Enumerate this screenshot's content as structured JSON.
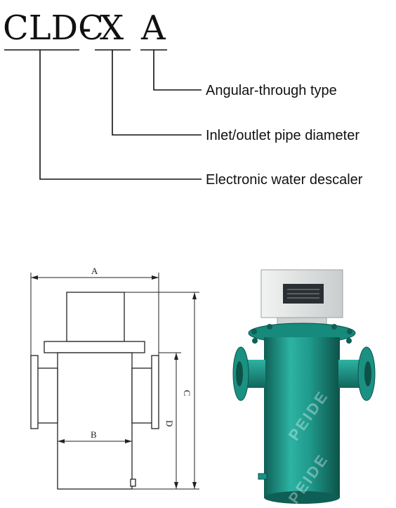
{
  "model_code": {
    "prefix": "CLDC",
    "dash": "-",
    "x": "X",
    "suffix": "A"
  },
  "legend": [
    {
      "label": "Angular-through type"
    },
    {
      "label": "Inlet/outlet pipe diameter"
    },
    {
      "label": "Electronic water descaler"
    }
  ],
  "dimensions": {
    "a": "A",
    "b": "B",
    "c": "C",
    "d": "D"
  },
  "watermark": "PEIDE",
  "colors": {
    "body_teal": "#1f9a8c",
    "body_teal_dark": "#12695e",
    "box_grey": "#e4e6e6",
    "panel_dark": "#2a2f33"
  }
}
